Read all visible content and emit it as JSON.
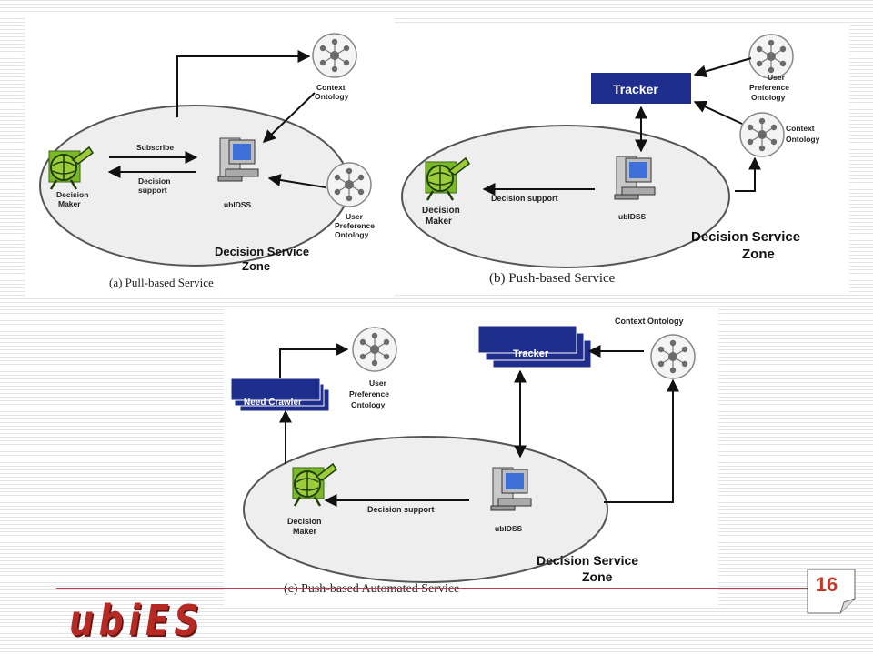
{
  "colors": {
    "tracker_fill": "#1f2e8c",
    "zone_fill": "#eeeeee",
    "logo": "#b52a24",
    "page_number": "#c0392b",
    "footer_line": "#b3473f"
  },
  "icons": [
    "ontology-node-icon",
    "decision-maker-icon",
    "computer-icon"
  ],
  "panel_a": {
    "caption": "(a) Pull-based Service",
    "zone_label_line1": "Decision Service",
    "zone_label_line2": "Zone",
    "decision_maker_line1": "Decision",
    "decision_maker_line2": "Maker",
    "ubidss": "ubIDSS",
    "subscribe": "Subscribe",
    "decision_support_line1": "Decision",
    "decision_support_line2": "support",
    "context_line1": "Context",
    "context_line2": "Ontology",
    "user_pref_line1": "User",
    "user_pref_line2": "Preference",
    "user_pref_line3": "Ontology"
  },
  "panel_b": {
    "caption": "(b) Push-based Service",
    "tracker": "Tracker",
    "user_pref_line1": "User",
    "user_pref_line2": "Preference",
    "user_pref_line3": "Ontology",
    "context_line1": "Context",
    "context_line2": "Ontology",
    "decision_support": "Decision support",
    "decision_maker_line1": "Decision",
    "decision_maker_line2": "Maker",
    "ubidss": "ubIDSS",
    "zone_label_line1": "Decision Service",
    "zone_label_line2": "Zone"
  },
  "panel_c": {
    "caption": "(c) Push-based Automated Service",
    "context_ontology": "Context Ontology",
    "tracker": "Tracker",
    "need_crawler": "Need Crawler",
    "user_pref_line1": "User",
    "user_pref_line2": "Preference",
    "user_pref_line3": "Ontology",
    "decision_support": "Decision support",
    "decision_maker_line1": "Decision",
    "decision_maker_line2": "Maker",
    "ubidss": "ubIDSS",
    "zone_label_line1": "Decision Service",
    "zone_label_line2": "Zone"
  },
  "footer": {
    "logo": "ubiES",
    "page_number": "16"
  }
}
